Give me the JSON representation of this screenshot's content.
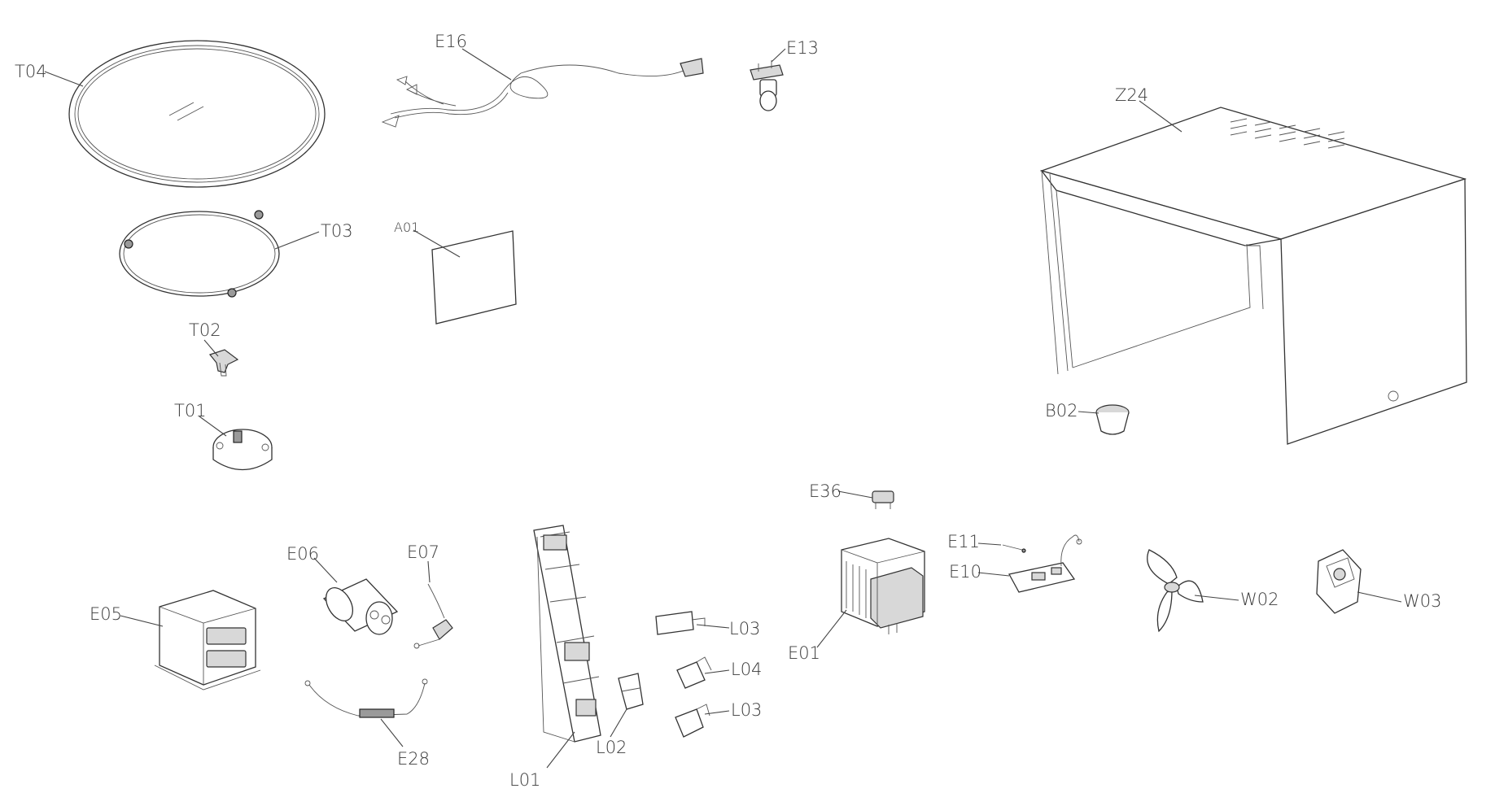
{
  "diagram": {
    "labels": {
      "T04": "T04",
      "T03": "T03",
      "T02": "T02",
      "T01": "T01",
      "E16": "E16",
      "E13": "E13",
      "A01": "A01",
      "Z24": "Z24",
      "B02": "B02",
      "E36": "E36",
      "E11": "E11",
      "E10": "E10",
      "E01": "E01",
      "W02": "W02",
      "W03": "W03",
      "E06": "E06",
      "E07": "E07",
      "E05": "E05",
      "E28": "E28",
      "L01": "L01",
      "L02": "L02",
      "L03a": "L03",
      "L04": "L04",
      "L03b": "L03"
    }
  }
}
